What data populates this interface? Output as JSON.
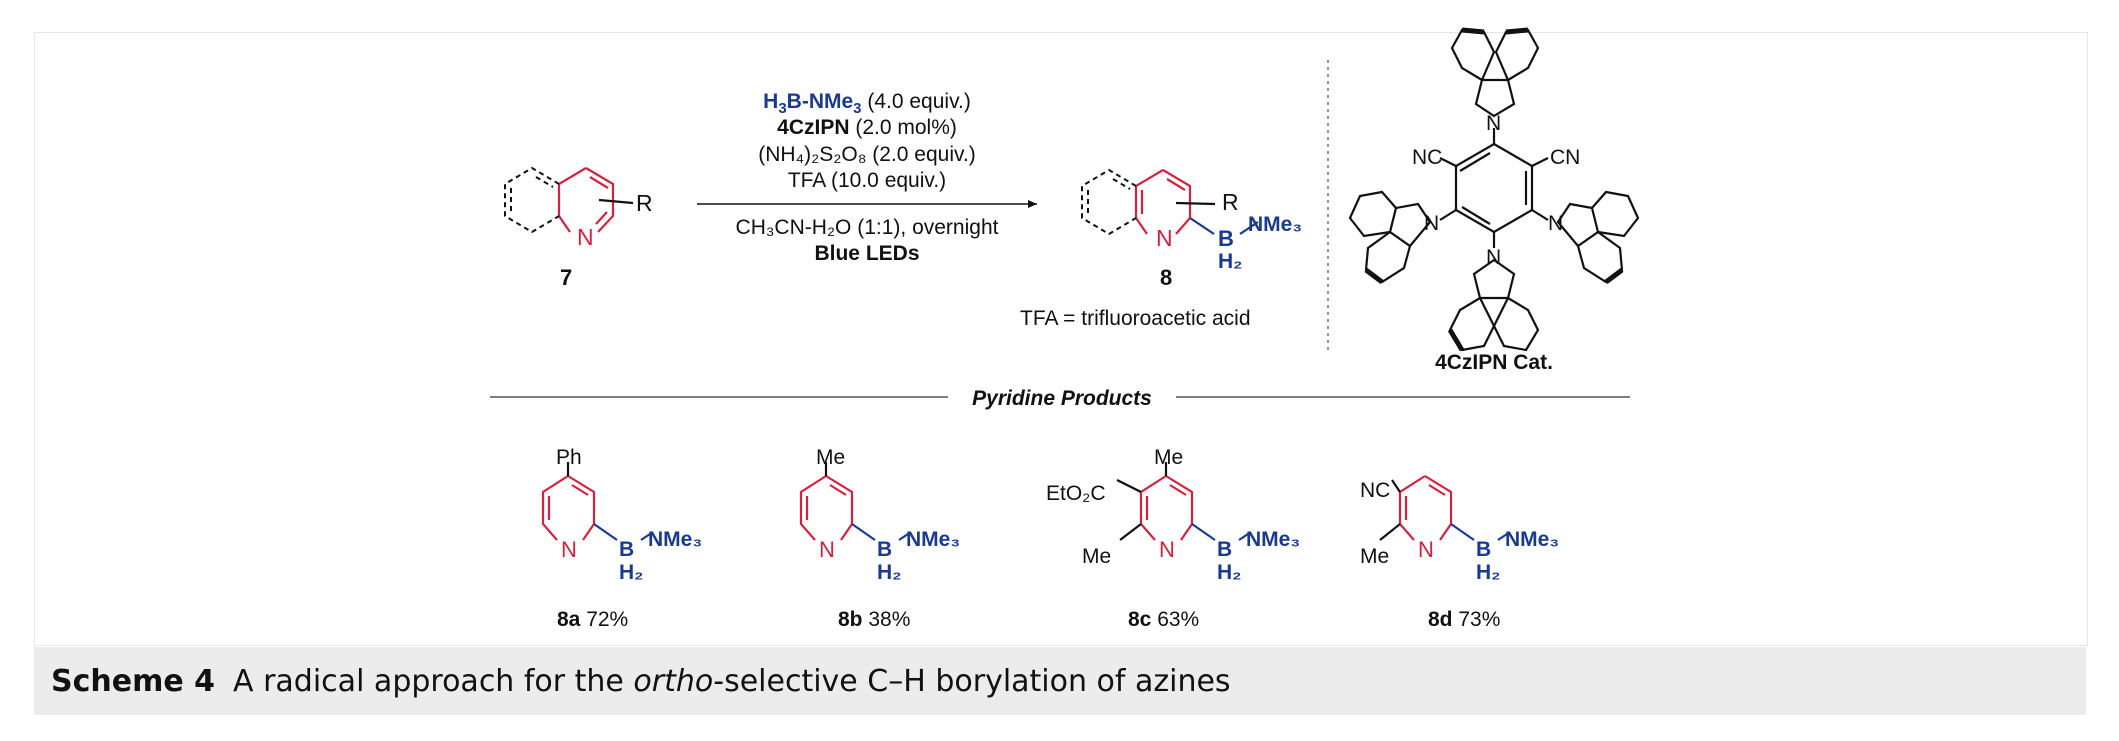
{
  "reaction": {
    "reagent1_main": "H",
    "reagent1_sub": "3",
    "reagent1_rest": "B-NMe",
    "reagent1_sub2": "3",
    "reagent1_amount": " (4.0 equiv.)",
    "catalyst": "4CzIPN",
    "catalyst_amount": " (2.0 mol%)",
    "oxidant": "(NH₄)₂S₂O₈ (2.0 equiv.)",
    "acid": "TFA (10.0 equiv.)",
    "solvent": "CH₃CN-H₂O (1:1), overnight",
    "light": "Blue LEDs",
    "tfa_note": "TFA = trifluoroacetic acid"
  },
  "compounds": {
    "start_label": "7",
    "product_label": "8",
    "R": "R",
    "N": "N",
    "B": "B",
    "NMe3": "NMe₃",
    "H2": "H₂"
  },
  "catalyst_structure": {
    "label": "4CzIPN Cat.",
    "cn_left": "NC",
    "cn_right": "CN",
    "N": "N"
  },
  "section_title": "Pyridine Products",
  "products": [
    {
      "id": "8a",
      "yield": " 72%",
      "substituent": "Ph"
    },
    {
      "id": "8b",
      "yield": " 38%",
      "substituent": "Me"
    },
    {
      "id": "8c",
      "yield": " 63%",
      "substituent": "Me",
      "ester": "EtO₂C",
      "methyl": "Me"
    },
    {
      "id": "8d",
      "yield": " 73%",
      "nitrile": "NC",
      "methyl": "Me"
    }
  ],
  "caption": {
    "label": "Scheme 4",
    "text_before": "A radical approach for the ",
    "text_italic": "ortho",
    "text_after": "-selective C–H borylation of azines"
  }
}
